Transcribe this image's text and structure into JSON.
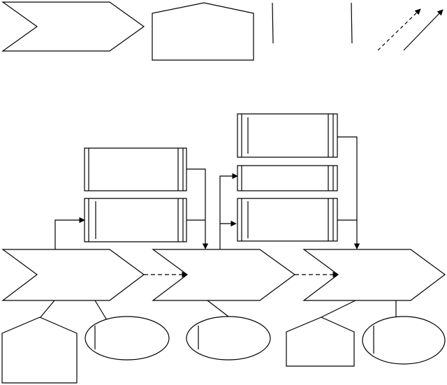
{
  "diagram": {
    "kind": "blank value-stream-map template",
    "stroke_color": "#000000",
    "fill_color": "#ffffff",
    "legend": [
      {
        "name": "process-arrow",
        "shape": "chevron"
      },
      {
        "name": "supplier-customer",
        "shape": "pentagon-house"
      },
      {
        "name": "kaizen-bar-left",
        "shape": "vertical-line"
      },
      {
        "name": "kaizen-bar-right",
        "shape": "vertical-line"
      },
      {
        "name": "push-flow",
        "shape": "dashed-arrow"
      },
      {
        "name": "information-flow",
        "shape": "solid-arrow"
      }
    ],
    "process_steps": [
      {
        "name": "process-step-1",
        "label": ""
      },
      {
        "name": "process-step-2",
        "label": ""
      },
      {
        "name": "process-step-3",
        "label": ""
      }
    ],
    "data_boxes": [
      {
        "name": "data-box-1",
        "label": ""
      },
      {
        "name": "data-box-2",
        "label": ""
      },
      {
        "name": "data-box-3",
        "label": ""
      },
      {
        "name": "data-box-4",
        "label": ""
      },
      {
        "name": "data-box-5",
        "label": ""
      }
    ],
    "bottom_nodes": [
      {
        "name": "supplier-house-left",
        "shape": "pentagon-house"
      },
      {
        "name": "ellipse-node-1",
        "shape": "ellipse"
      },
      {
        "name": "ellipse-node-2",
        "shape": "ellipse"
      },
      {
        "name": "customer-house-right",
        "shape": "pentagon-house"
      },
      {
        "name": "ellipse-node-3",
        "shape": "ellipse"
      }
    ]
  }
}
